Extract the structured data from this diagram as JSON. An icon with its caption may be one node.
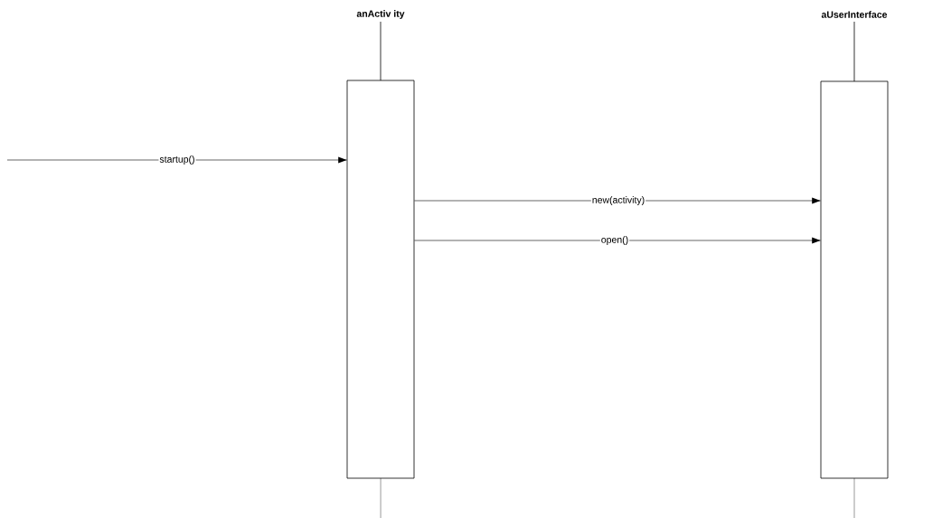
{
  "diagram": {
    "nodes": [
      {
        "text": [
          "anActiv ity"
        ]
      },
      {
        "text": [
          "aUserInterface"
        ]
      }
    ],
    "edges": [
      {
        "from": null,
        "to": 0,
        "arrow": "to",
        "label": "startup()"
      },
      {
        "from": 0,
        "to": 1,
        "arrow": "to",
        "label": "new(activity)"
      },
      {
        "from": 0,
        "to": 1,
        "arrow": "to",
        "label": "open()"
      }
    ]
  }
}
